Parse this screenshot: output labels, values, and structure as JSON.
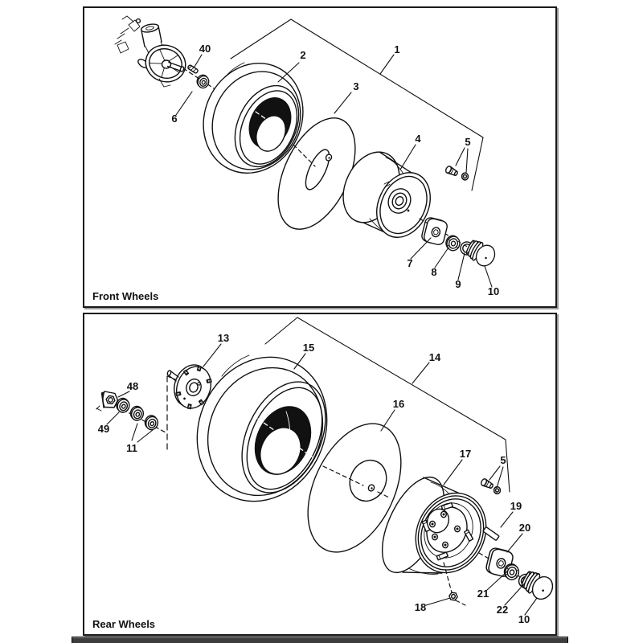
{
  "page": {
    "background": "#ffffff",
    "line_color": "#111111",
    "shadow_color": "#9a9a9a"
  },
  "front_panel": {
    "title": "Front Wheels",
    "callouts": {
      "c1": "1",
      "c2": "2",
      "c3": "3",
      "c4": "4",
      "c5": "5",
      "c6": "6",
      "c7": "7",
      "c8": "8",
      "c9": "9",
      "c10": "10",
      "c40": "40"
    }
  },
  "rear_panel": {
    "title": "Rear Wheels",
    "callouts": {
      "c5": "5",
      "c10": "10",
      "c11": "11",
      "c13": "13",
      "c14": "14",
      "c15": "15",
      "c16": "16",
      "c17": "17",
      "c18": "18",
      "c19": "19",
      "c20": "20",
      "c21": "21",
      "c22": "22",
      "c48": "48",
      "c49": "49"
    }
  }
}
